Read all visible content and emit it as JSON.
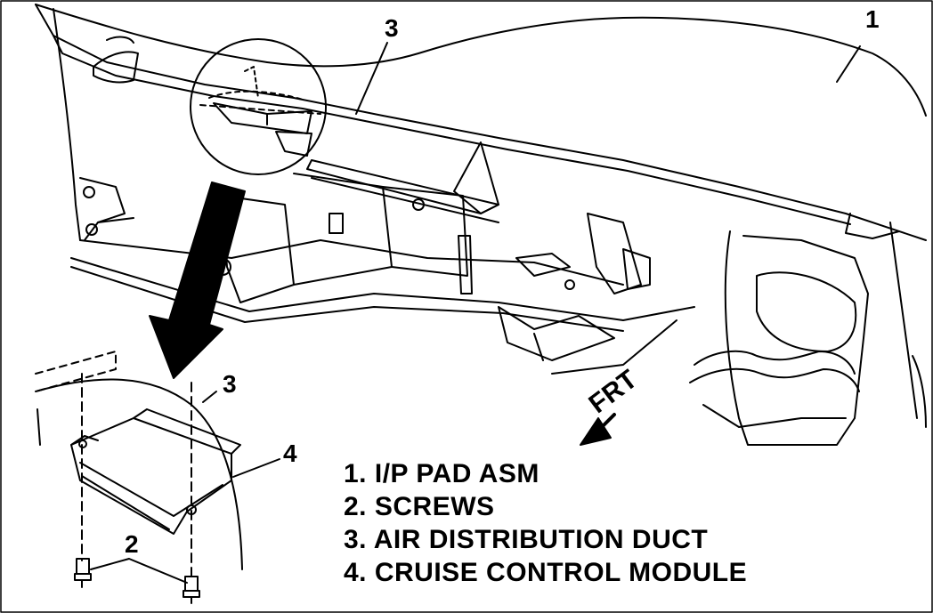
{
  "callouts": {
    "c1": "1",
    "c3_top": "3",
    "c3_detail": "3",
    "c4": "4",
    "c2": "2"
  },
  "direction_label": "FRT",
  "legend": [
    "1. I/P PAD ASM",
    "2. SCREWS",
    "3. AIR DISTRIBUTION DUCT",
    "4. CRUISE CONTROL MODULE"
  ],
  "colors": {
    "ink": "#000000",
    "paper": "#ffffff"
  }
}
